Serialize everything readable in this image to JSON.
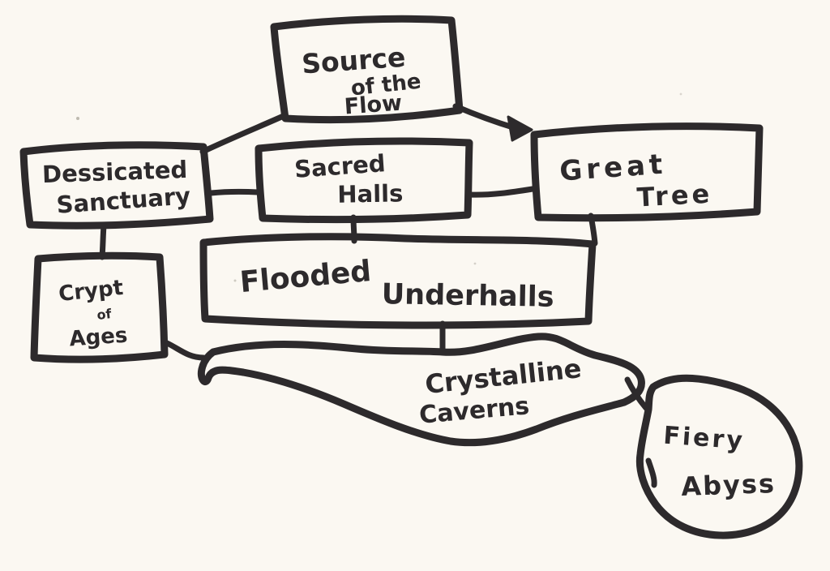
{
  "diagram": {
    "title": "Hand-drawn location map",
    "colors": {
      "paper": "#fbf8f2",
      "ink": "#2d2a2c"
    },
    "nodes": [
      {
        "id": "source-of-the-flow",
        "label": "Source of the Flow",
        "shape": "rectangle",
        "lines": [
          "Source",
          "of the",
          "Flow"
        ]
      },
      {
        "id": "dessicated-sanctuary",
        "label": "Dessicated Sanctuary",
        "shape": "rectangle",
        "lines": [
          "Dessicated",
          "Sanctuary"
        ]
      },
      {
        "id": "sacred-halls",
        "label": "Sacred Halls",
        "shape": "rectangle",
        "lines": [
          "Sacred",
          "Halls"
        ]
      },
      {
        "id": "great-tree",
        "label": "Great Tree",
        "shape": "rectangle",
        "lines": [
          "Great",
          "Tree"
        ]
      },
      {
        "id": "crypt-of-ages",
        "label": "Crypt of Ages",
        "shape": "rectangle",
        "lines": [
          "Crypt",
          "of",
          "Ages"
        ]
      },
      {
        "id": "flooded-underhalls",
        "label": "Flooded Underhalls",
        "shape": "rectangle",
        "lines": [
          "Flooded",
          "Underhalls"
        ]
      },
      {
        "id": "crystalline-caverns",
        "label": "Crystalline Caverns",
        "shape": "blob",
        "lines": [
          "Crystalline",
          "Caverns"
        ]
      },
      {
        "id": "fiery-abyss",
        "label": "Fiery Abyss",
        "shape": "blob",
        "lines": [
          "Fiery",
          "Abyss"
        ]
      }
    ],
    "edges": [
      {
        "from": "source-of-the-flow",
        "to": "dessicated-sanctuary",
        "style": "line"
      },
      {
        "from": "source-of-the-flow",
        "to": "great-tree",
        "style": "arrow"
      },
      {
        "from": "dessicated-sanctuary",
        "to": "sacred-halls",
        "style": "line"
      },
      {
        "from": "sacred-halls",
        "to": "great-tree",
        "style": "line"
      },
      {
        "from": "dessicated-sanctuary",
        "to": "crypt-of-ages",
        "style": "line"
      },
      {
        "from": "sacred-halls",
        "to": "flooded-underhalls",
        "style": "line"
      },
      {
        "from": "great-tree",
        "to": "flooded-underhalls",
        "style": "line"
      },
      {
        "from": "flooded-underhalls",
        "to": "crystalline-caverns",
        "style": "line"
      },
      {
        "from": "crypt-of-ages",
        "to": "crystalline-caverns",
        "style": "line"
      },
      {
        "from": "crystalline-caverns",
        "to": "fiery-abyss",
        "style": "line"
      }
    ]
  }
}
